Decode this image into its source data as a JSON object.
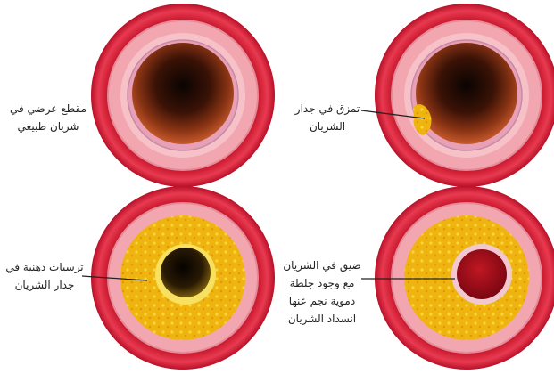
{
  "panels": [
    {
      "id": "normal",
      "lines": [
        "مقطع عرضي في",
        "شريان طبيعي"
      ]
    },
    {
      "id": "tear",
      "lines": [
        "تمزق في جدار",
        "الشريان"
      ]
    },
    {
      "id": "fatty",
      "lines": [
        "ترسبات دهنية في",
        "جدار الشريان"
      ]
    },
    {
      "id": "narrowing",
      "lines": [
        "ضيق في الشريان",
        "مع وجود جلطة",
        "دموية نجم عنها",
        "انسداد الشريان"
      ]
    }
  ],
  "colors": {
    "outer_wall": "#d6203a",
    "outer_wall_light": "#f06070",
    "middle_wall": "#f0a0ac",
    "inner_band": "#e6a2b2",
    "lumen_dark": "#1a0a06",
    "lumen_mid": "#8a3414",
    "lumen_edge": "#d06030",
    "plaque": "#f0b410",
    "plaque_light": "#f8d838",
    "clot": "#a8101c",
    "pointer": "#222222"
  }
}
